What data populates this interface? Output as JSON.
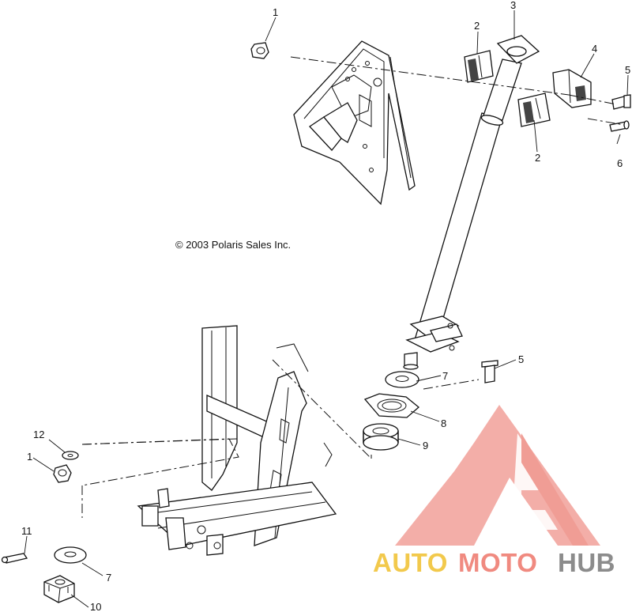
{
  "copyright": "© 2003 Polaris Sales Inc.",
  "callouts": {
    "c1_top": "1",
    "c2_top": "2",
    "c3": "3",
    "c4": "4",
    "c5_top": "5",
    "c6": "6",
    "c2_bottom": "2",
    "c5_mid": "5",
    "c7_mid": "7",
    "c8": "8",
    "c9": "9",
    "c12": "12",
    "c1_left": "1",
    "c11": "11",
    "c7_bottom": "7",
    "c10": "10"
  },
  "watermark": {
    "part1": "AUTO",
    "part2": "MOTO",
    "part3": "HUB",
    "colors": {
      "auto": "#f2c94c",
      "moto": "#f08a80",
      "hub": "#8c8c8c",
      "logo": "#f2a19a"
    }
  }
}
